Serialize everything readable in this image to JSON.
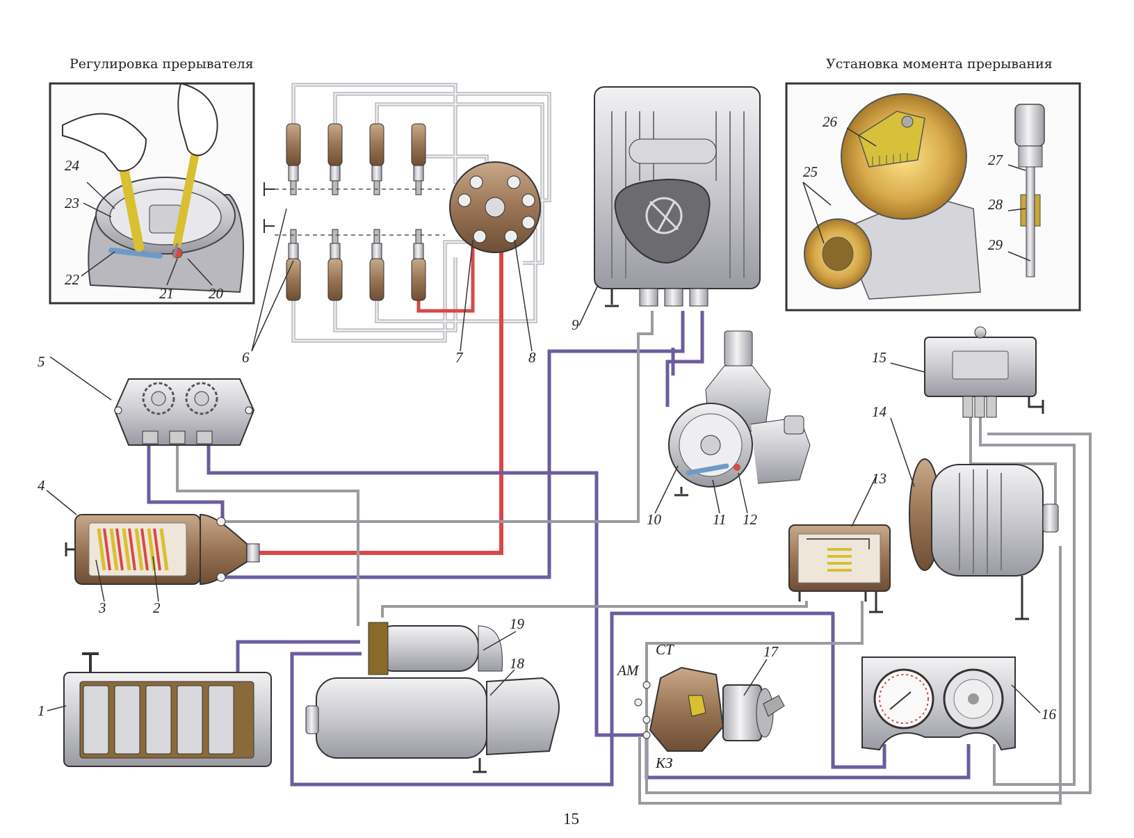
{
  "titles": {
    "breaker_adjustment": "Регулировка прерывателя",
    "break_moment_setting": "Установка момента прерывания"
  },
  "callouts": {
    "n1": "1",
    "n2": "2",
    "n3": "3",
    "n4": "4",
    "n5": "5",
    "n6": "6",
    "n7": "7",
    "n8": "8",
    "n9": "9",
    "n10": "10",
    "n11": "11",
    "n12": "12",
    "n13": "13",
    "n14": "14",
    "n15": "15",
    "n16": "16",
    "n17": "17",
    "n18": "18",
    "n19": "19",
    "n20": "20",
    "n21": "21",
    "n22": "22",
    "n23": "23",
    "n24": "24",
    "n25": "25",
    "n26": "26",
    "n27": "27",
    "n28": "28",
    "n29": "29"
  },
  "terminals": {
    "st": "СТ",
    "am": "АМ",
    "kz": "КЗ"
  },
  "page_number": "15",
  "colors": {
    "wire_violet": "#7a6aa8",
    "wire_red": "#e05555",
    "wire_white": "#dcdcdc",
    "metal": "#d9d9dd",
    "brass": "#c9a83a",
    "outline": "#333333"
  }
}
